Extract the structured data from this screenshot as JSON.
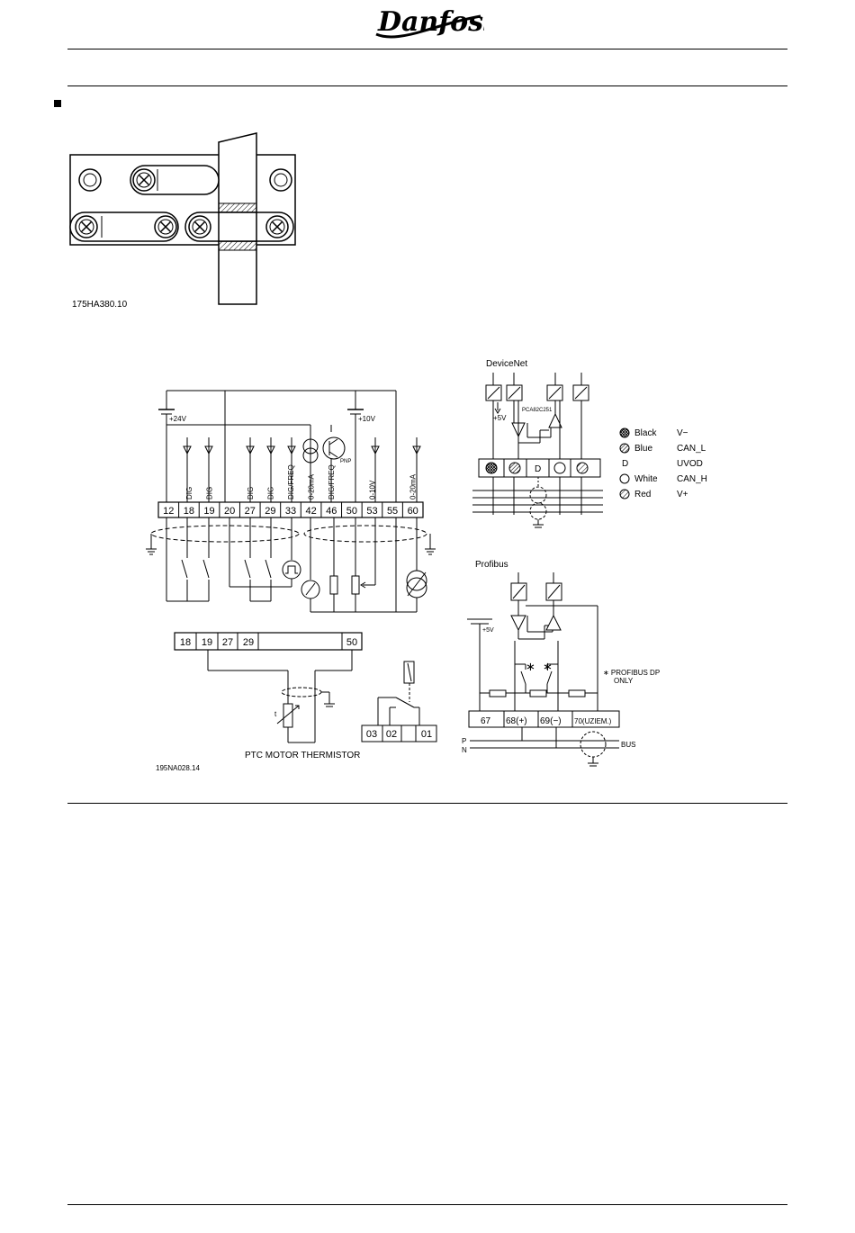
{
  "header": {
    "logo_text": "Danfoss"
  },
  "figure1": {
    "code": "175HA380.10"
  },
  "control": {
    "supply_24": "+24V",
    "supply_10": "+10V",
    "terminals": [
      "12",
      "18",
      "19",
      "20",
      "27",
      "29",
      "33",
      "42",
      "46",
      "50",
      "53",
      "55",
      "60"
    ],
    "vertical_labels": [
      {
        "label": "DIG",
        "terminal": "18"
      },
      {
        "label": "DIG",
        "terminal": "19"
      },
      {
        "label": "DIG",
        "terminal": "27"
      },
      {
        "label": "DIG",
        "terminal": "29"
      },
      {
        "label": "DIG/FREQ",
        "terminal": "33"
      },
      {
        "label": "0-20mA",
        "terminal": "42"
      },
      {
        "label": "DIG/FREQ",
        "terminal": "46"
      },
      {
        "label": "0-10V",
        "terminal": "53"
      },
      {
        "label": "0-20mA",
        "terminal": "60"
      }
    ],
    "pnp": "PNP"
  },
  "thermistor": {
    "terminals": [
      "18",
      "19",
      "27",
      "29",
      "50"
    ],
    "t_symbol": "t",
    "label": "PTC MOTOR THERMISTOR"
  },
  "relay": {
    "terminals": [
      "03",
      "02",
      "01"
    ]
  },
  "figure2": {
    "code": "195NA028.14"
  },
  "devicenet": {
    "title": "DeviceNet",
    "supply": "+5V",
    "chip": "PCA82C251",
    "center": "D",
    "legend": [
      {
        "name": "Black",
        "signal": "V−"
      },
      {
        "name": "Blue",
        "signal": "CAN_L"
      },
      {
        "name": "D",
        "signal": "UVOD"
      },
      {
        "name": "White",
        "signal": "CAN_H"
      },
      {
        "name": "Red",
        "signal": "V+"
      }
    ]
  },
  "profibus": {
    "title": "Profibus",
    "supply": "+5V",
    "asterisk": "∗",
    "note": "∗ PROFIBUS DP",
    "note2": "ONLY",
    "terminals": [
      "67",
      "68(+)",
      "69(−)",
      "70(UZIEM.)"
    ],
    "p": "P",
    "n": "N",
    "bus": "BUS"
  }
}
